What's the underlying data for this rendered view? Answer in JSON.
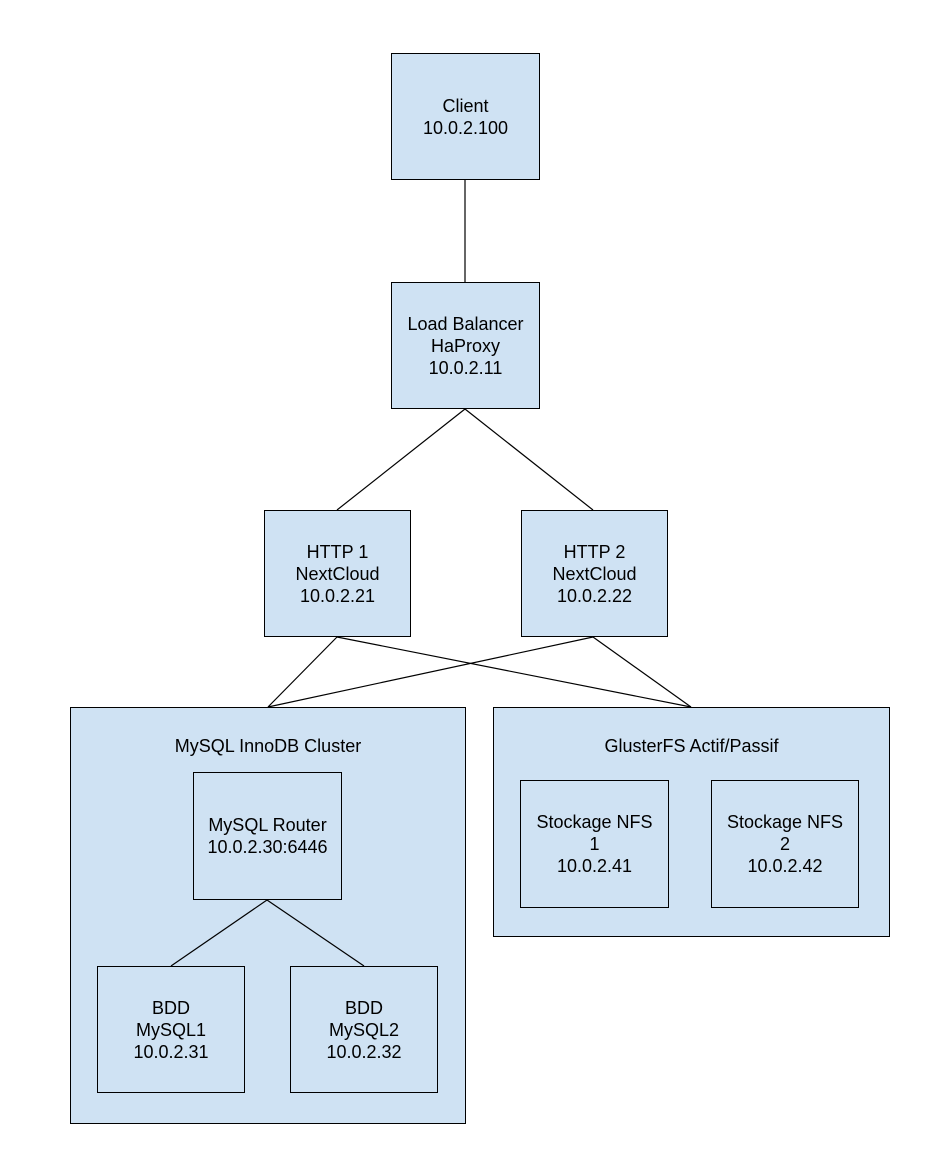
{
  "nodes": {
    "client": [
      "Client",
      "10.0.2.100"
    ],
    "load_balancer": [
      "Load Balancer",
      "HaProxy",
      "10.0.2.11"
    ],
    "http1": [
      "HTTP 1",
      "NextCloud",
      "10.0.2.21"
    ],
    "http2": [
      "HTTP 2",
      "NextCloud",
      "10.0.2.22"
    ],
    "mysql_router": [
      "MySQL Router",
      "10.0.2.30:6446"
    ],
    "bdd1": [
      "BDD",
      "MySQL1",
      "10.0.2.31"
    ],
    "bdd2": [
      "BDD",
      "MySQL2",
      "10.0.2.32"
    ],
    "nfs1": [
      "Stockage NFS",
      "1",
      "10.0.2.41"
    ],
    "nfs2": [
      "Stockage NFS",
      "2",
      "10.0.2.42"
    ]
  },
  "groups": {
    "mysql_cluster": "MySQL InnoDB Cluster",
    "glusterfs": "GlusterFS Actif/Passif"
  },
  "colors": {
    "box_fill": "#cfe2f3",
    "stroke": "#000000"
  }
}
